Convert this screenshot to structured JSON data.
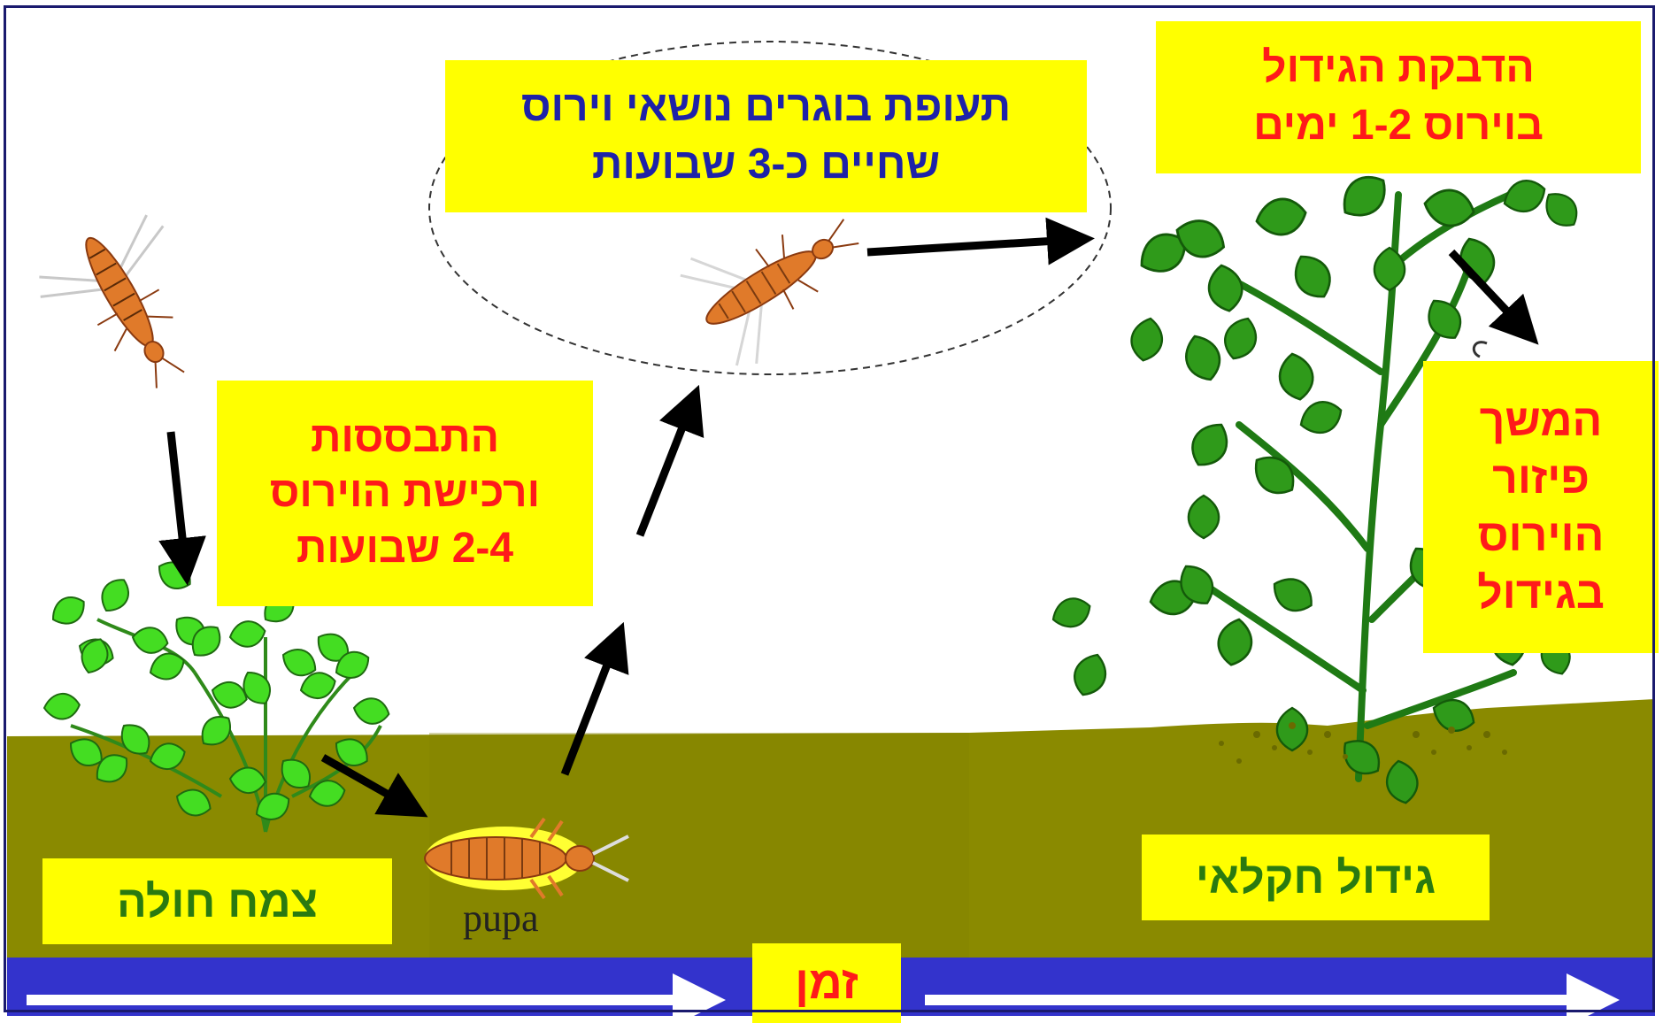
{
  "labels": {
    "sick_plant": "צמח חולה",
    "acquisition": "התבססות\nורכישת הוירוס\n2-4 שבועות",
    "flight": "תעופת בוגרים נושאי וירוס\nשחיים כ-3 שבועות",
    "crop_infection": "הדבקת הגידול\nבוירוס 1-2 ימים",
    "spread": "המשך\nפיזור\nהוירוס\nבגידול",
    "crop": "גידול חקלאי",
    "time": "זמן",
    "pupa": "pupa"
  },
  "colors": {
    "label_bg": "#ffff00",
    "red_text": "#ff1a1a",
    "blue_text": "#1e22a8",
    "green_text": "#2a7a10",
    "soil": "#8a8a00",
    "time_bar": "#3333cc",
    "plant_light": "#44dd22",
    "plant_dark": "#2f9a1a",
    "insect": "#e07a2a"
  },
  "icons": [
    "thrips-adult-icon",
    "thrips-flying-icon",
    "thrips-pupa-icon",
    "sick-plant-icon",
    "crop-plant-icon",
    "arrow-icon"
  ]
}
